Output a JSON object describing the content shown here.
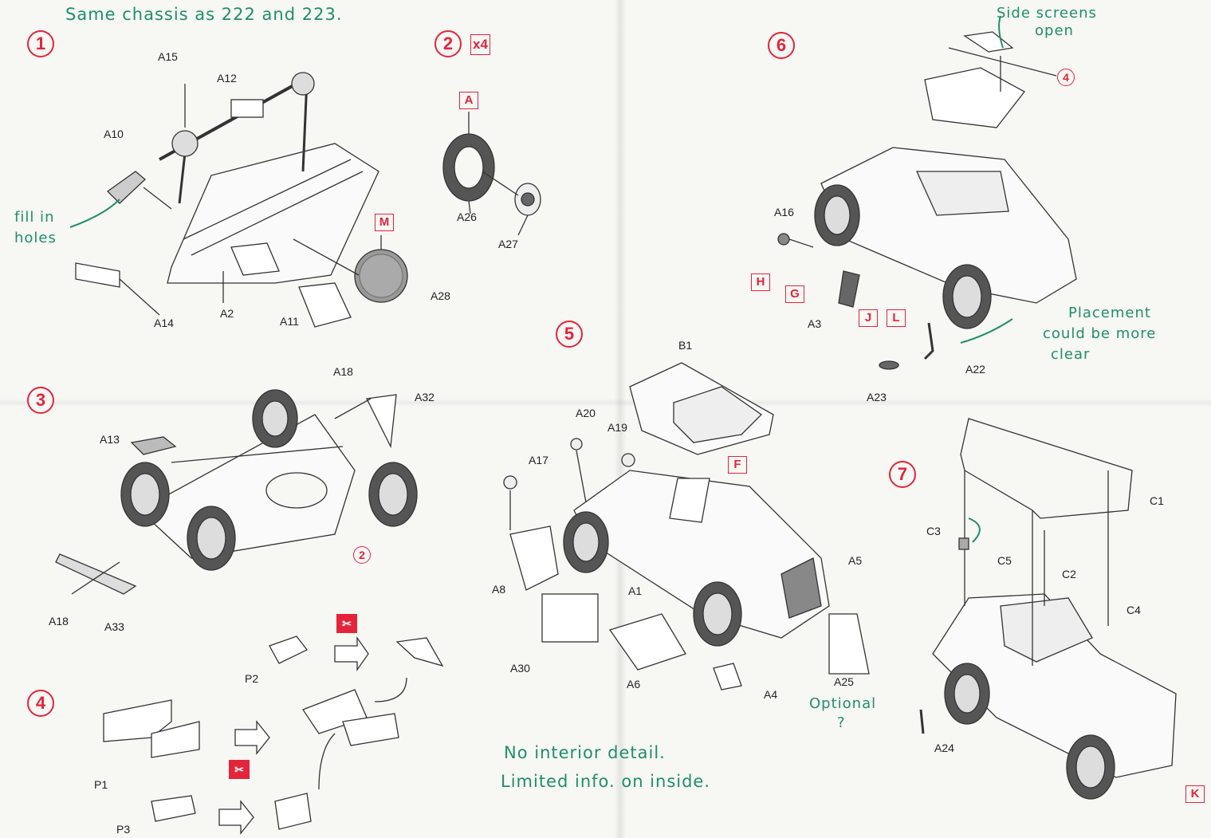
{
  "annotations": {
    "chassis": "Same chassis as 222 and 223.",
    "fill_1": "fill in",
    "fill_2": "holes",
    "side_1": "Side screens",
    "side_2": "open",
    "place_1": "Placement",
    "place_2": "could be more",
    "place_3": "clear",
    "optional_1": "Optional",
    "optional_2": "?",
    "interior_1": "No interior detail.",
    "interior_2": "Limited info. on inside."
  },
  "steps": {
    "s1": "1",
    "s2": "2",
    "s3": "3",
    "s4": "4",
    "s5": "5",
    "s6": "6",
    "s7": "7"
  },
  "multiplier": "x4",
  "refs": {
    "r2": "2",
    "r4": "4"
  },
  "boxes": {
    "A": "A",
    "M": "M",
    "F": "F",
    "H": "H",
    "G": "G",
    "J": "J",
    "L": "L",
    "K": "K"
  },
  "cut_icon": "scissors-icon",
  "parts": {
    "A15": "A15",
    "A12": "A12",
    "A10": "A10",
    "A14": "A14",
    "A2": "A2",
    "A11": "A11",
    "A28": "A28",
    "A26": "A26",
    "A27": "A27",
    "A18a": "A18",
    "A32": "A32",
    "A13": "A13",
    "A18b": "A18",
    "A33": "A33",
    "P2": "P2",
    "P1": "P1",
    "P3": "P3",
    "B1": "B1",
    "A20": "A20",
    "A19": "A19",
    "A17": "A17",
    "A8": "A8",
    "A1": "A1",
    "A30": "A30",
    "A6": "A6",
    "A4": "A4",
    "A5": "A5",
    "A25": "A25",
    "A16": "A16",
    "A3": "A3",
    "A23": "A23",
    "A22": "A22",
    "C1": "C1",
    "C3": "C3",
    "C5": "C5",
    "C2": "C2",
    "C4": "C4",
    "A24": "A24"
  }
}
